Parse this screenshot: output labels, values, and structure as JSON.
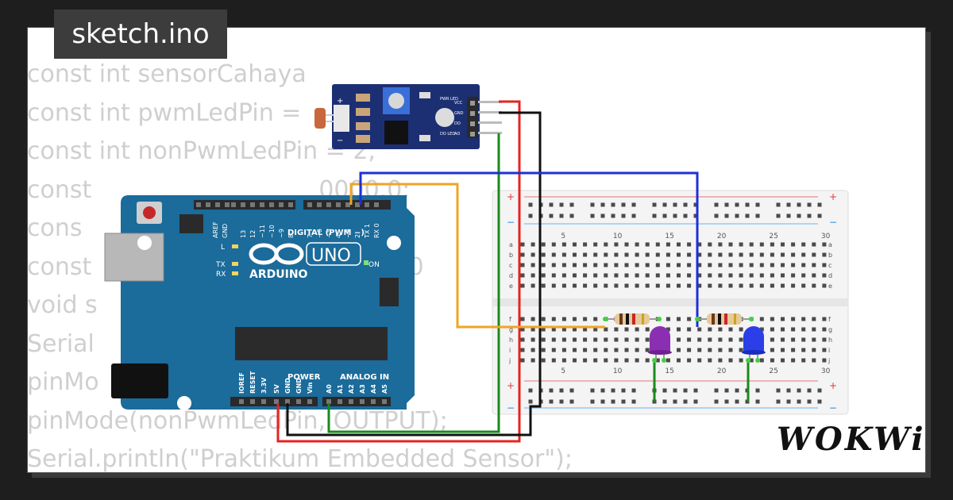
{
  "title": "sketch.ino",
  "code_lines": [
    "const int sensorCahaya",
    "const int pwmLedPin =",
    "const int nonPwmLedPin = 2;",
    "const                              0000.0;",
    "cons                              0;",
    "const                              der = 10",
    "void s",
    "Serial",
    "pinMo       p                          UT);",
    "pinMode(nonPwmLedPin, OUTPUT);",
    "Serial.println(\"Praktikum Embedded Sensor\");"
  ],
  "arduino": {
    "aref": "AREF",
    "gnd": "GND",
    "digital_pins": [
      "13",
      "12",
      "~11",
      "~10",
      "~9",
      "8",
      "7",
      "~6",
      "~5",
      "4",
      "~3",
      "2",
      "TX 1",
      "RX 0"
    ],
    "digital_label": "DIGITAL (PWM ~)",
    "brand": "ARDUINO",
    "model": "UNO",
    "l_label": "L",
    "tx_label": "TX",
    "rx_label": "RX",
    "on_label": "ON",
    "power_label": "POWER",
    "analog_label": "ANALOG IN",
    "power_pins": [
      "IOREF",
      "RESET",
      "3.3V",
      "5V",
      "GND",
      "GND",
      "Vin"
    ],
    "analog_pins": [
      "A0",
      "A1",
      "A2",
      "A3",
      "A4",
      "A5"
    ]
  },
  "sensor": {
    "pins": [
      "VCC",
      "GND",
      "DO",
      "AO"
    ],
    "pwr_led": "PWR\nLED",
    "do_led": "DO\nLED",
    "plus": "+",
    "minus": "−"
  },
  "breadboard": {
    "numbers": [
      "5",
      "10",
      "15",
      "20",
      "25",
      "30"
    ],
    "rows_top": [
      "a",
      "b",
      "c",
      "d",
      "e"
    ],
    "rows_bottom": [
      "f",
      "g",
      "h",
      "i",
      "j"
    ],
    "plus": "+",
    "minus": "−"
  },
  "colors": {
    "arduino": "#1b6b9b",
    "sensor": "#1d2f73",
    "wire_red": "#e52320",
    "wire_black": "#111111",
    "wire_green": "#1a8a1a",
    "wire_orange": "#f0a424",
    "wire_blue": "#1d30d8",
    "led_purple": "#8a2fb2",
    "led_blue": "#2a3fe8"
  },
  "logo": "WOKWi"
}
